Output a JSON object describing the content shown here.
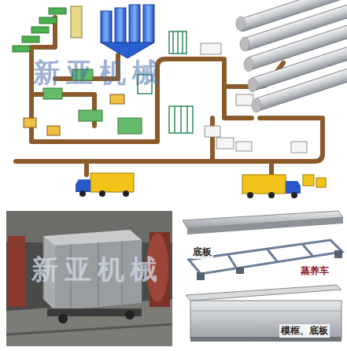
{
  "diagram": {
    "labels": [
      "新亚机械",
      "新亚机械",
      "底板",
      "蒸养车",
      "模框、底板"
    ]
  }
}
